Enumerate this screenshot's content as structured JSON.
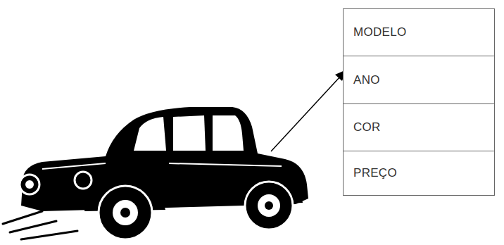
{
  "diagram": {
    "nodes": [
      {
        "text": [
          "MODELO"
        ]
      },
      {
        "text": [
          "ANO"
        ]
      },
      {
        "text": [
          "COR"
        ]
      },
      {
        "text": [
          "PREÇO"
        ]
      }
    ]
  }
}
